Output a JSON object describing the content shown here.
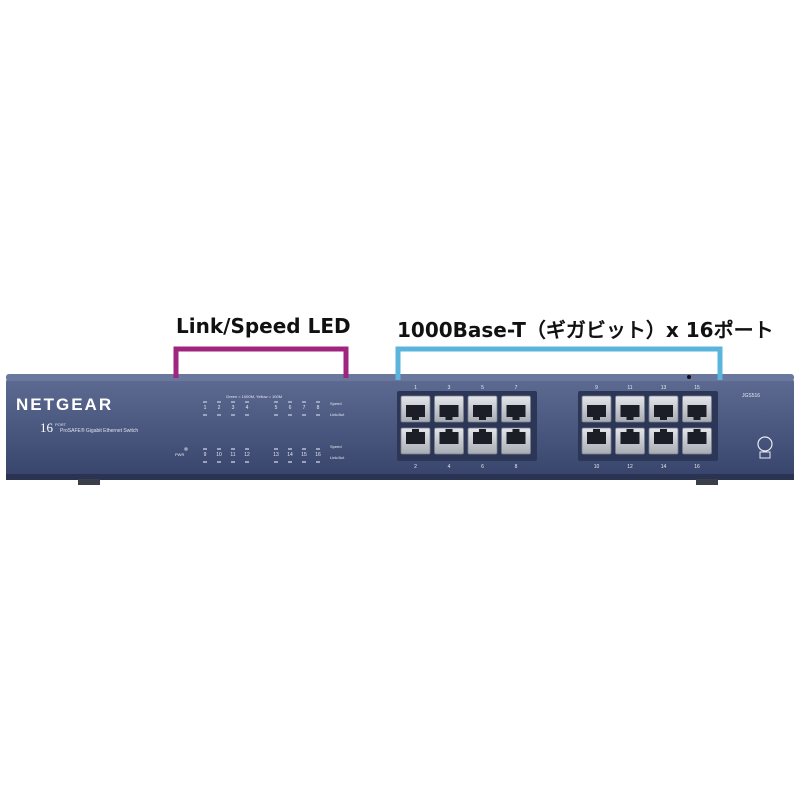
{
  "callouts": {
    "led_label": "Link/Speed LED",
    "ports_label": "1000Base-T（ギガビット）x 16ポート",
    "led_color": "#a0257e",
    "ports_color": "#5ab4dc"
  },
  "device": {
    "brand": "NETGEAR",
    "port_count": "16",
    "port_count_sub": "PORT",
    "model_line": "ProSAFE® Gigabit Ethernet Switch",
    "led_header": "Green = 1000M, Yellow = 100M",
    "speed_label": "Speed",
    "link_label": "Link/Act",
    "power_label": "PWR",
    "model_badge": "JGS516",
    "top_port_numbers_left": [
      "1",
      "3",
      "5",
      "7"
    ],
    "bottom_port_numbers_left": [
      "2",
      "4",
      "6",
      "8"
    ],
    "top_port_numbers_right": [
      "9",
      "11",
      "13",
      "15"
    ],
    "bottom_port_numbers_right": [
      "10",
      "12",
      "14",
      "16"
    ],
    "led_numbers_top": [
      "1",
      "2",
      "3",
      "4",
      "5",
      "6",
      "7",
      "8"
    ],
    "led_numbers_bottom": [
      "9",
      "10",
      "11",
      "12",
      "13",
      "14",
      "15",
      "16"
    ],
    "body_color": "#4a5880",
    "body_dark": "#2c3656",
    "port_metal": "#c9ccd1"
  }
}
